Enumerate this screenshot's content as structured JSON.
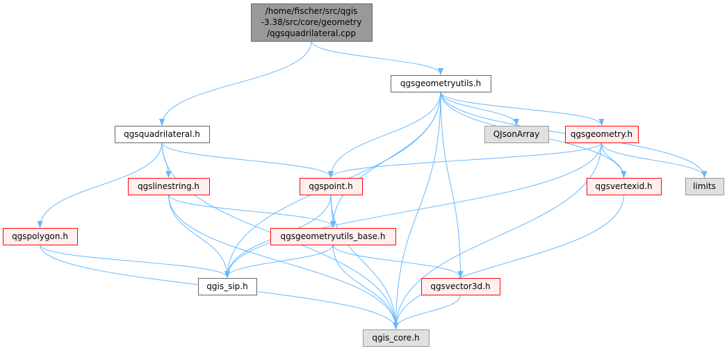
{
  "colors": {
    "edge": "#63b8ff",
    "root_fill": "#999999",
    "root_stroke": "#666666",
    "plain_fill": "#ffffff",
    "plain_stroke": "#666666",
    "red_fill": "#fff0f0",
    "red_stroke": "#ff0000",
    "gray_fill": "#e0e0e0",
    "gray_stroke": "#999999"
  },
  "nodes": [
    {
      "id": "root",
      "lines": [
        "/home/fischer/src/qgis",
        "-3.38/src/core/geometry",
        "/qgsquadrilateral.cpp"
      ],
      "style": "root"
    },
    {
      "id": "qgsgeometryutils",
      "lines": [
        "qgsgeometryutils.h"
      ],
      "style": "plain"
    },
    {
      "id": "qgsquadrilateral",
      "lines": [
        "qgsquadrilateral.h"
      ],
      "style": "plain"
    },
    {
      "id": "qjsonarray",
      "lines": [
        "QJsonArray"
      ],
      "style": "gray"
    },
    {
      "id": "qgsgeometry",
      "lines": [
        "qgsgeometry.h"
      ],
      "style": "red"
    },
    {
      "id": "qgslinestring",
      "lines": [
        "qgslinestring.h"
      ],
      "style": "red"
    },
    {
      "id": "qgspoint",
      "lines": [
        "qgspoint.h"
      ],
      "style": "red"
    },
    {
      "id": "qgsvertexid",
      "lines": [
        "qgsvertexid.h"
      ],
      "style": "red"
    },
    {
      "id": "limits",
      "lines": [
        "limits"
      ],
      "style": "gray"
    },
    {
      "id": "qgspolygon",
      "lines": [
        "qgspolygon.h"
      ],
      "style": "red"
    },
    {
      "id": "qgsgeometryutils_base",
      "lines": [
        "qgsgeometryutils_base.h"
      ],
      "style": "red"
    },
    {
      "id": "qgis_sip",
      "lines": [
        "qgis_sip.h"
      ],
      "style": "plain"
    },
    {
      "id": "qgsvector3d",
      "lines": [
        "qgsvector3d.h"
      ],
      "style": "red"
    },
    {
      "id": "qgis_core",
      "lines": [
        "qgis_core.h"
      ],
      "style": "gray"
    }
  ],
  "edges": [
    [
      "root",
      "qgsquadrilateral"
    ],
    [
      "root",
      "qgsgeometryutils"
    ],
    [
      "qgsgeometryutils",
      "qjsonarray"
    ],
    [
      "qgsgeometryutils",
      "qgsgeometry"
    ],
    [
      "qgsgeometryutils",
      "limits"
    ],
    [
      "qgsgeometryutils",
      "qgsvertexid"
    ],
    [
      "qgsgeometryutils",
      "qgspoint"
    ],
    [
      "qgsgeometryutils",
      "qgsgeometryutils_base"
    ],
    [
      "qgsgeometryutils",
      "qgis_sip"
    ],
    [
      "qgsgeometryutils",
      "qgsvector3d"
    ],
    [
      "qgsgeometryutils",
      "qgis_core"
    ],
    [
      "qgsquadrilateral",
      "qgslinestring"
    ],
    [
      "qgsquadrilateral",
      "qgspoint"
    ],
    [
      "qgsquadrilateral",
      "qgspolygon"
    ],
    [
      "qgsquadrilateral",
      "qgis_core"
    ],
    [
      "qgsgeometry",
      "qgspoint"
    ],
    [
      "qgsgeometry",
      "qgsvertexid"
    ],
    [
      "qgsgeometry",
      "limits"
    ],
    [
      "qgsgeometry",
      "qgis_sip"
    ],
    [
      "qgsgeometry",
      "qgis_core"
    ],
    [
      "qgslinestring",
      "qgsgeometryutils_base"
    ],
    [
      "qgslinestring",
      "qgis_sip"
    ],
    [
      "qgslinestring",
      "qgis_core"
    ],
    [
      "qgspoint",
      "qgsgeometryutils_base"
    ],
    [
      "qgspoint",
      "qgis_sip"
    ],
    [
      "qgspoint",
      "qgis_core"
    ],
    [
      "qgsvertexid",
      "qgis_core"
    ],
    [
      "qgspolygon",
      "qgis_sip"
    ],
    [
      "qgspolygon",
      "qgis_core"
    ],
    [
      "qgsgeometryutils_base",
      "qgis_sip"
    ],
    [
      "qgsgeometryutils_base",
      "qgsvector3d"
    ],
    [
      "qgsgeometryutils_base",
      "qgis_core"
    ],
    [
      "qgsvector3d",
      "qgis_core"
    ]
  ]
}
